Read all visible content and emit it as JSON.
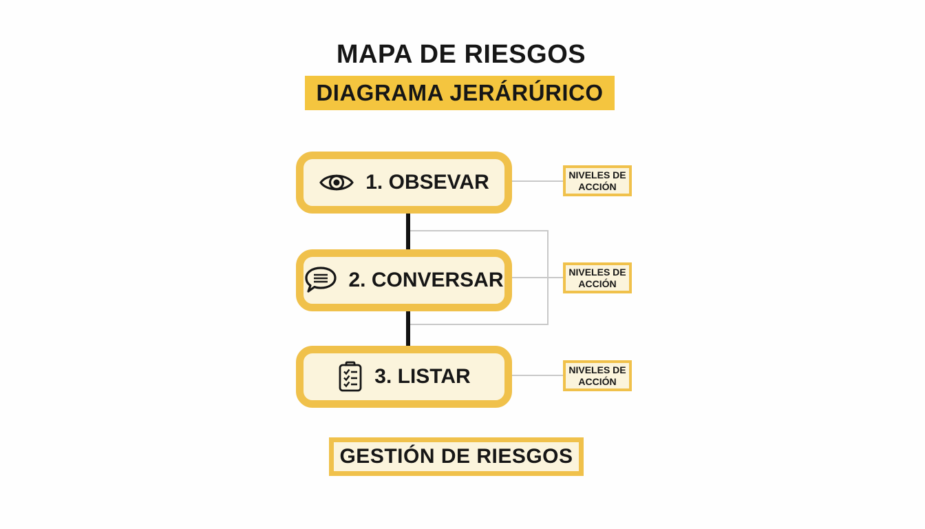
{
  "title": "MAPA DE RIESGOS",
  "subtitle": "DIAGRAMA JERÁRÚRICO",
  "footer": "GESTIÓN DE RIESGOS",
  "nodes": [
    {
      "label": "1. OBSEVAR",
      "icon": "eye-icon",
      "side_label": "NIVELES DE ACCIÓN"
    },
    {
      "label": "2. CONVERSAR",
      "icon": "speech-bubble-icon",
      "side_label": "NIVELES DE ACCIÓN"
    },
    {
      "label": "3. LISTAR",
      "icon": "checklist-clipboard-icon",
      "side_label": "NIVELES DE ACCIÓN"
    }
  ],
  "colors": {
    "accent_yellow": "#F4C53F",
    "box_border_yellow": "#F0C14B",
    "box_fill_cream": "#FBF4DC",
    "text_black": "#161616",
    "connector_black": "#111111",
    "connector_gray": "#C8C8C8",
    "background": "#FEFEFE"
  }
}
